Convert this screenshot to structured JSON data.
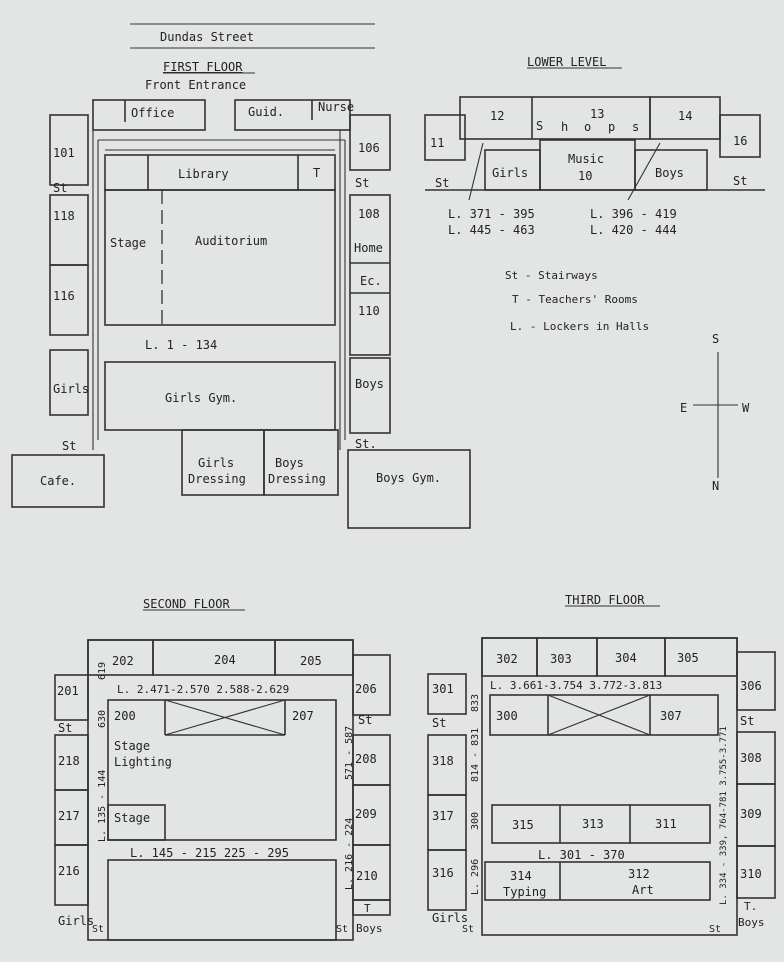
{
  "street": "Dundas Street",
  "first_floor": {
    "title": "FIRST FLOOR",
    "front_entrance": "Front Entrance",
    "rooms": {
      "office": "Office",
      "guid": "Guid.",
      "nurse": "Nurse",
      "r101": "101",
      "st_a": "St",
      "r118": "118",
      "r116": "116",
      "girls": "Girls",
      "st_b": "St",
      "cafe": "Cafe.",
      "library": "Library",
      "t": "T",
      "stage": "Stage",
      "auditorium": "Auditorium",
      "lockers": "L. 1 - 134",
      "girls_gym": "Girls Gym.",
      "girls_dressing_1": "Girls",
      "girls_dressing_2": "Dressing",
      "boys_dressing_1": "Boys",
      "boys_dressing_2": "Dressing",
      "r106": "106",
      "st_c": "St",
      "r108": "108",
      "home": "Home",
      "ec": "Ec.",
      "r110": "110",
      "boys": "Boys",
      "st_d": "St.",
      "boys_gym": "Boys Gym."
    }
  },
  "lower_level": {
    "title": "LOWER LEVEL",
    "rooms": {
      "r11": "11",
      "r12": "12",
      "r13": "13",
      "s": "S",
      "h": "h",
      "o": "o",
      "p": "p",
      "s2": "s",
      "r14": "14",
      "r16": "16",
      "music": "Music",
      "r10": "10",
      "girls": "Girls",
      "boys": "Boys",
      "st_left": "St",
      "st_right": "St"
    },
    "lockers": [
      "L. 371 - 395",
      "L. 445 - 463",
      "L. 396 - 419",
      "L. 420 - 444"
    ]
  },
  "legend": [
    "St - Stairways",
    "T - Teachers' Rooms",
    "L. - Lockers in Halls"
  ],
  "compass": {
    "n": "N",
    "s": "S",
    "e": "E",
    "w": "W"
  },
  "second_floor": {
    "title": "SECOND FLOOR",
    "rooms": {
      "r202": "202",
      "r204": "204",
      "r205": "205",
      "r201": "201",
      "r206": "206",
      "st_a": "St",
      "st_b": "St",
      "r200": "200",
      "r207": "207",
      "r218": "218",
      "stage_lighting_1": "Stage",
      "stage_lighting_2": "Lighting",
      "r208": "208",
      "r217": "217",
      "stage": "Stage",
      "r209": "209",
      "r216": "216",
      "r210": "210",
      "t": "T",
      "girls": "Girls",
      "st_c": "St",
      "st_d": "St",
      "boys": "Boys"
    },
    "lockers": {
      "top": "L. 2.471-2.570  2.588-2.629",
      "bottom": "L. 145 - 215   225 - 295",
      "left_a": "619",
      "left_b": "630",
      "left_c": "L. 135 - 144",
      "right_a": "L. 216 - 224",
      "right_b": "571 - 587"
    }
  },
  "third_floor": {
    "title": "THIRD FLOOR",
    "rooms": {
      "r302": "302",
      "r303": "303",
      "r304": "304",
      "r305": "305",
      "r301": "301",
      "r306": "306",
      "st_a": "St",
      "st_b": "St",
      "r300": "300",
      "r307": "307",
      "r318": "318",
      "r308": "308",
      "r317": "317",
      "r315": "315",
      "r313": "313",
      "r311": "311",
      "r309": "309",
      "r316": "316",
      "r314": "314",
      "typing": "Typing",
      "r312": "312",
      "art": "Art",
      "r310": "310",
      "t": "T.",
      "girls": "Girls",
      "st_c": "St",
      "st_d": "St",
      "boys": "Boys"
    },
    "lockers": {
      "top": "L. 3.661-3.754  3.772-3.813",
      "middle": "L. 301 - 370",
      "left_a": "833",
      "left_b": "814 - 831",
      "left_c": "300",
      "left_d": "L. 296",
      "right": "L. 334 - 339, 764-781 3.755-3.771"
    }
  }
}
